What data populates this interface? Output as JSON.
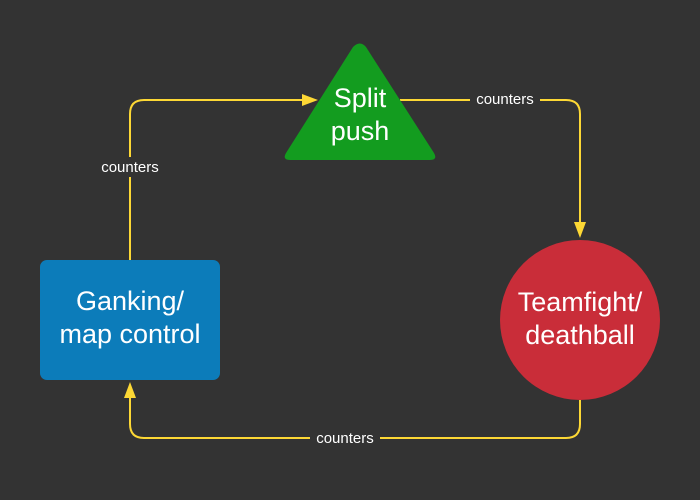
{
  "diagram": {
    "background_color": "#333333",
    "edge_color": "#fdd835",
    "nodes": [
      {
        "id": "split-push",
        "shape": "triangle",
        "color": "#139c1f",
        "lines": [
          "Split",
          "push"
        ]
      },
      {
        "id": "teamfight",
        "shape": "circle",
        "color": "#c92d39",
        "lines": [
          "Teamfight/",
          "deathball"
        ]
      },
      {
        "id": "ganking",
        "shape": "rounded-rectangle",
        "color": "#0c7cba",
        "lines": [
          "Ganking/",
          "map control"
        ]
      }
    ],
    "edges": [
      {
        "from": "ganking",
        "to": "split-push",
        "label": "counters"
      },
      {
        "from": "split-push",
        "to": "teamfight",
        "label": "counters"
      },
      {
        "from": "teamfight",
        "to": "ganking",
        "label": "counters"
      }
    ]
  }
}
